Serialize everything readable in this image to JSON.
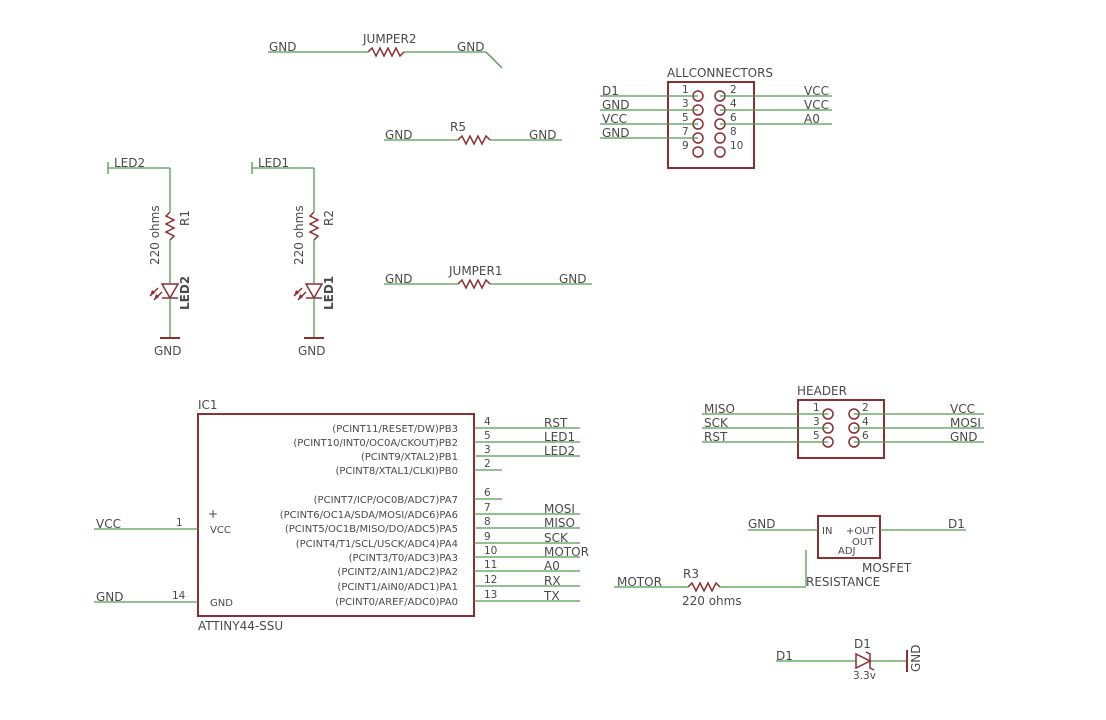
{
  "jumper2": {
    "name": "JUMPER2",
    "left_net": "GND",
    "right_net": "GND"
  },
  "r5": {
    "name": "R5",
    "left_net": "GND",
    "right_net": "GND"
  },
  "jumper1": {
    "name": "JUMPER1",
    "left_net": "GND",
    "right_net": "GND"
  },
  "r1": {
    "name": "R1",
    "value": "220 ohms",
    "top_net": "LED2"
  },
  "led2": {
    "name": "LED2",
    "bottom_net": "GND"
  },
  "r2": {
    "name": "R2",
    "value": "220 ohms",
    "top_net": "LED1"
  },
  "led1": {
    "name": "LED1",
    "bottom_net": "GND"
  },
  "allconnectors": {
    "name": "ALLCONNECTORS",
    "left_pins": [
      "1",
      "3",
      "5",
      "7",
      "9"
    ],
    "right_pins": [
      "2",
      "4",
      "6",
      "8",
      "10"
    ],
    "left_nets": [
      "D1",
      "GND",
      "VCC",
      "GND"
    ],
    "right_nets": [
      "VCC",
      "VCC",
      "A0"
    ]
  },
  "header": {
    "name": "HEADER",
    "left_pins": [
      "1",
      "3",
      "5"
    ],
    "right_pins": [
      "2",
      "4",
      "6"
    ],
    "left_nets": [
      "MISO",
      "SCK",
      "RST"
    ],
    "right_nets": [
      "VCC",
      "MOSI",
      "GND"
    ]
  },
  "ic1": {
    "name": "IC1",
    "part": "ATTINY44-SSU",
    "vcc_label": "VCC",
    "gnd_label": "GND",
    "plus": "+",
    "vcc_net": "VCC",
    "gnd_net": "GND",
    "vcc_pin": "1",
    "gnd_pin": "14",
    "pins": [
      {
        "func": "(PCINT11/RESET/DW)PB3",
        "num": "4",
        "net": "RST"
      },
      {
        "func": "(PCINT10/INT0/OC0A/CKOUT)PB2",
        "num": "5",
        "net": "LED1"
      },
      {
        "func": "(PCINT9/XTAL2)PB1",
        "num": "3",
        "net": "LED2"
      },
      {
        "func": "(PCINT8/XTAL1/CLKI)PB0",
        "num": "2",
        "net": ""
      },
      {
        "func": "(PCINT7/ICP/OC0B/ADC7)PA7",
        "num": "6",
        "net": ""
      },
      {
        "func": "(PCINT6/OC1A/SDA/MOSI/ADC6)PA6",
        "num": "7",
        "net": "MOSI"
      },
      {
        "func": "(PCINT5/OC1B/MISO/DO/ADC5)PA5",
        "num": "8",
        "net": "MISO"
      },
      {
        "func": "(PCINT4/T1/SCL/USCK/ADC4)PA4",
        "num": "9",
        "net": "SCK"
      },
      {
        "func": "(PCINT3/T0/ADC3)PA3",
        "num": "10",
        "net": "MOTOR"
      },
      {
        "func": "(PCINT2/AIN1/ADC2)PA2",
        "num": "11",
        "net": "A0"
      },
      {
        "func": "(PCINT1/AIN0/ADC1)PA1",
        "num": "12",
        "net": "RX"
      },
      {
        "func": "(PCINT0/AREF/ADC0)PA0",
        "num": "13",
        "net": "TX"
      }
    ]
  },
  "mosfet": {
    "name": "MOSFET",
    "in_label": "IN",
    "out1_label": "+OUT",
    "out2_label": "OUT",
    "adj_label": "ADJ",
    "in_net": "GND",
    "out_net": "D1"
  },
  "r3": {
    "name": "R3",
    "value": "220 ohms",
    "left_net": "MOTOR",
    "right_net": "RESISTANCE"
  },
  "d1": {
    "name": "D1",
    "value": "3.3v",
    "left_net": "D1",
    "right_net": "GND"
  }
}
